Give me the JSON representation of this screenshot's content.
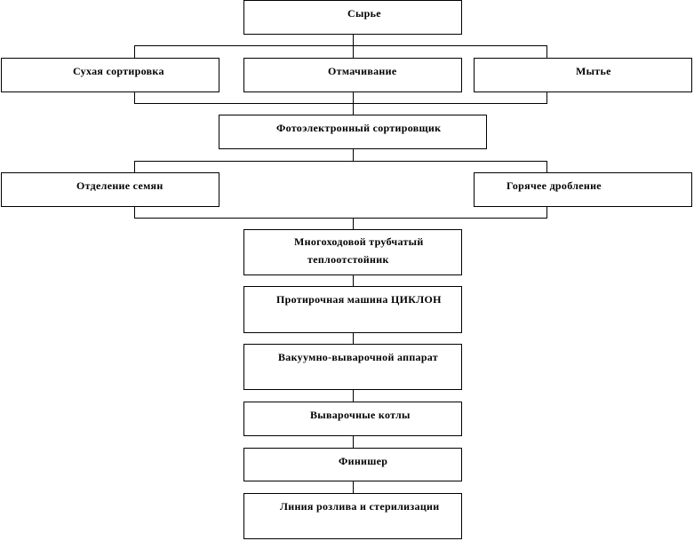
{
  "nodes": {
    "raw": "Сырье",
    "dry_sort": "Сухая сортировка",
    "soak": "Отмачивание",
    "wash": "Мытье",
    "photo_sorter": "Фотоэлектронный сортировщик",
    "seed_separation": "Отделение семян",
    "hot_crush": "Горячее дробление",
    "heat_holder_line1": "Многоходовой трубчатый",
    "heat_holder_line2": "теплоотстойник",
    "pulper": "Протирочная машина ЦИКЛОН",
    "vacuum": "Вакуумно-выварочной аппарат",
    "boilers": "Выварочные котлы",
    "finisher": "Финишер",
    "bottling": "Линия розлива и стерилизации"
  }
}
